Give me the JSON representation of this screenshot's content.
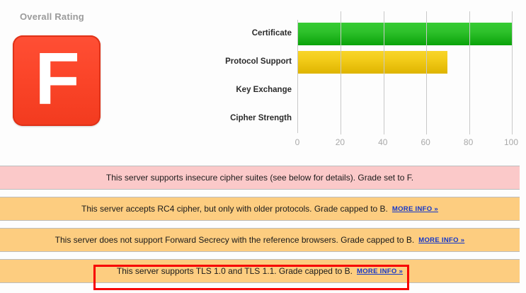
{
  "overall": {
    "title": "Overall Rating",
    "grade": "F",
    "grade_color": "#fb4529"
  },
  "chart_data": {
    "type": "bar",
    "orientation": "horizontal",
    "title": "",
    "xlabel": "",
    "ylabel": "",
    "categories": [
      "Certificate",
      "Protocol Support",
      "Key Exchange",
      "Cipher Strength"
    ],
    "values": [
      100,
      70,
      0,
      0
    ],
    "colors": [
      "#2ec12b",
      "#f2cb18",
      "#2ec12b",
      "#2ec12b"
    ],
    "xlim": [
      0,
      100
    ],
    "xticks": [
      0,
      20,
      40,
      60,
      80,
      100
    ],
    "xtick_labels": [
      "0",
      "20",
      "40",
      "60",
      "80",
      "100"
    ],
    "grid": true,
    "legend": "none"
  },
  "banners": [
    {
      "style": "pink",
      "text": "This server supports insecure cipher suites (see below for details). Grade set to F.",
      "link": "",
      "highlighted": false
    },
    {
      "style": "orange",
      "text": "This server accepts RC4 cipher, but only with older protocols. Grade capped to B.",
      "link": "MORE INFO »",
      "highlighted": false
    },
    {
      "style": "orange",
      "text": "This server does not support Forward Secrecy with the reference browsers. Grade capped to B.",
      "link": "MORE INFO »",
      "highlighted": false
    },
    {
      "style": "orange",
      "text": "This server supports TLS 1.0 and TLS 1.1. Grade capped to B.",
      "link": "MORE INFO »",
      "highlighted": true
    }
  ],
  "highlight": {
    "color": "#f70000"
  }
}
